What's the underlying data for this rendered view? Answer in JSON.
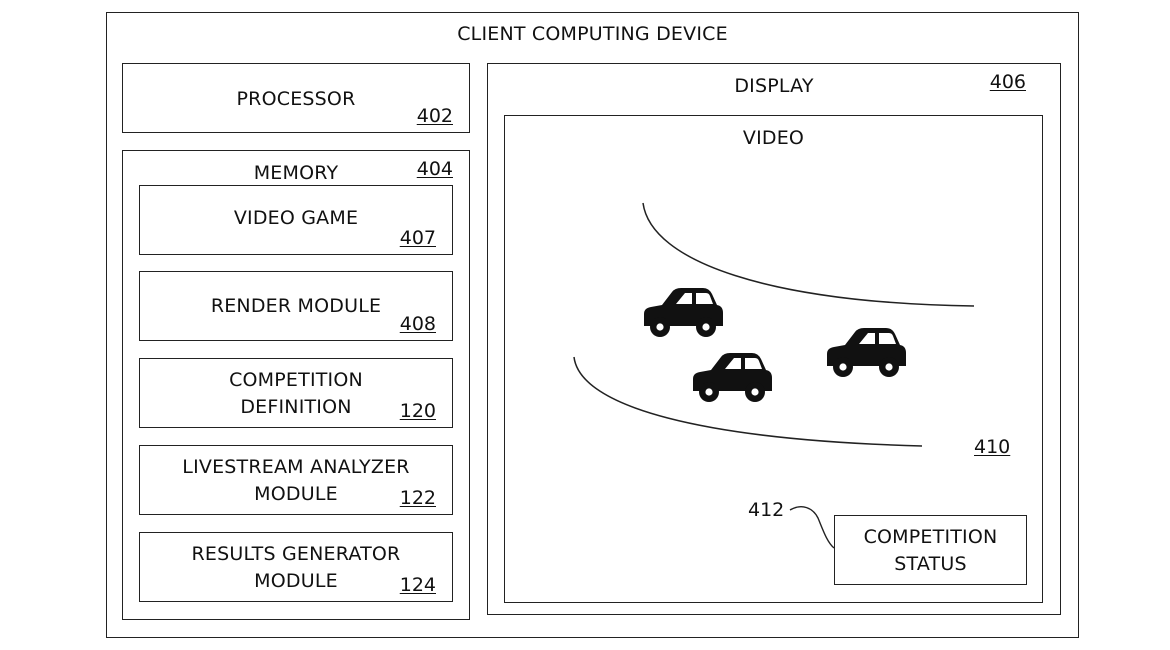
{
  "device": {
    "title": "CLIENT COMPUTING DEVICE"
  },
  "processor": {
    "label": "PROCESSOR",
    "ref": "402"
  },
  "memory": {
    "label": "MEMORY",
    "ref": "404",
    "modules": [
      {
        "line1": "VIDEO GAME",
        "line2": "",
        "ref": "407"
      },
      {
        "line1": "RENDER MODULE",
        "line2": "",
        "ref": "408"
      },
      {
        "line1": "COMPETITION",
        "line2": "DEFINITION",
        "ref": "120"
      },
      {
        "line1": "LIVESTREAM ANALYZER",
        "line2": "MODULE",
        "ref": "122"
      },
      {
        "line1": "RESULTS GENERATOR",
        "line2": "MODULE",
        "ref": "124"
      }
    ]
  },
  "display": {
    "label": "DISPLAY",
    "ref": "406"
  },
  "video": {
    "label": "VIDEO",
    "scene_ref": "410"
  },
  "competition_status": {
    "line1": "COMPETITION",
    "line2": "STATUS",
    "ref": "412"
  },
  "colors": {
    "line": "#222222",
    "car": "#111111",
    "background": "#ffffff"
  },
  "icons": [
    "car-icon",
    "road-curve"
  ]
}
